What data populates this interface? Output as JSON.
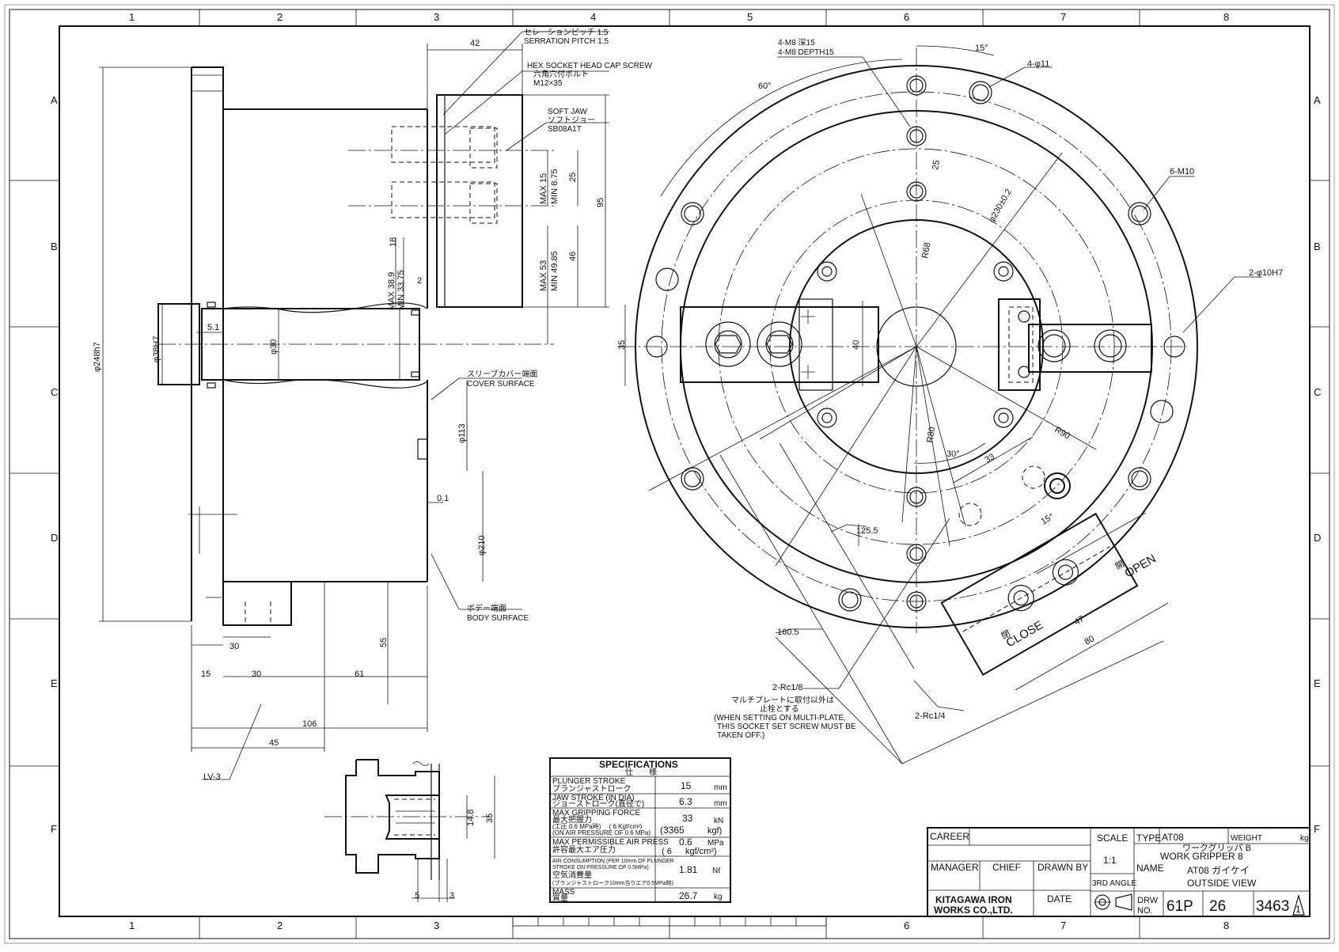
{
  "border": {
    "cols": [
      "1",
      "2",
      "3",
      "4",
      "5",
      "6",
      "7",
      "8"
    ],
    "rows": [
      "A",
      "B",
      "C",
      "D",
      "E",
      "F"
    ]
  },
  "dimensions": {
    "d42": "42",
    "phi248": "φ248h7",
    "phi38": "φ38H7",
    "phi30": "φ30",
    "d51": "5.1",
    "max15": "MAX 15",
    "min875": "MIN  8.75",
    "d25a": "25",
    "d95": "95",
    "d18": "18",
    "d2": "2",
    "max389": "MAX 38.9",
    "min3375": "MIN 33.75",
    "max53": "MAX 53",
    "min4985": "MIN 49.85",
    "d46": "46",
    "phi113": "φ113",
    "d01": "0.1",
    "phi210": "φ210",
    "d55": "55",
    "d30a": "30",
    "d15": "15",
    "d30b": "30",
    "d61": "61",
    "d106": "106",
    "d45": "45",
    "d35a": "35",
    "d40": "40",
    "d15deg": "15°",
    "d60deg": "60°",
    "d25b": "25",
    "phi230": "φ230±0.2",
    "r68": "R68",
    "r80": "R80",
    "r90": "R90",
    "d30deg": "30°",
    "d33": "33",
    "d15deg2": "15°",
    "d1255": "125.5",
    "d1605": "160.5",
    "d47": "47",
    "d80": "80",
    "d35b": "35",
    "d148": "14.8",
    "d5": "5",
    "d3": "3"
  },
  "labels": {
    "serration_jp": "セレーションピッチ 1.5",
    "serration_en": "SERRATION PITCH 1.5",
    "hex_en": "HEX SOCKET HEAD CAP SCREW",
    "hex_jp": "六角穴付ボルト",
    "hex_size": "M12×35",
    "softjaw_en": "SOFT JAW",
    "softjaw_jp": "ソフトジョー",
    "softjaw_no": "SB08A1T",
    "sleeve_jp": "スリーブカバー端面",
    "sleeve_en": "COVER SURFACE",
    "body_jp": "ボデー端面",
    "body_en": "BODY SURFACE",
    "lv3": "LV-3",
    "m8_jp": "4-M8 深15",
    "m8_en": "4-M8 DEPTH15",
    "phi11": "4-φ11",
    "m10": "6-M10",
    "phi10h7": "2-φ10H7",
    "rc18": "2-Rc1/8",
    "multi_jp": "マルチプレートに取付以外は",
    "multi_jp2": "止栓とする",
    "multi_en1": "(WHEN SETTING ON MULTI-PLATE,",
    "multi_en2": "THIS SOCKET SET SCREW MUST BE",
    "multi_en3": "TAKEN OFF.)",
    "rc14": "2-Rc1/4",
    "close_jp": "閉",
    "close_en": "CLOSE",
    "open_jp": "開",
    "open_en": "OPEN"
  },
  "specifications": {
    "title": "SPECIFICATIONS",
    "title_jp": "仕　　様",
    "rows": [
      {
        "name": "PLUNGER STROKE",
        "name_jp": "プランジャストローク",
        "value": "15",
        "unit": "mm"
      },
      {
        "name": "JAW STROKE (IN DIA)",
        "name_jp": "ジョーストローク(直径で)",
        "value": "6.3",
        "unit": "mm"
      },
      {
        "name": "MAX GRIPPING FORCE",
        "name_jp": "最大把握力",
        "sub1": "(工圧 0.6 MPa時)　 ( 6 Kgf/cm²)",
        "sub2": "(ON AIR PRESSURE OF 0.6 MPa)",
        "value": "33",
        "value2": "(3365",
        "unit": "kN",
        "unit2": "kgf)"
      },
      {
        "name": "MAX PERMISSIBLE AIR PRESS",
        "name_jp": "許容最大エア圧力",
        "value": "0.6",
        "value2": "( 6",
        "unit": "MPa",
        "unit2": "kgf/cm²)"
      },
      {
        "name": "AIR CONSUMPTION (PER 10mm OF PLUNGER",
        "name_b": "STROKE ON PRESSURE OF 0.5MPa)",
        "name_jp": "空気消費量",
        "sub1": "(プランジャストローク10mm当りエア0.5MPa時)",
        "value": "1.81",
        "unit": "Nℓ"
      },
      {
        "name": "MASS",
        "name_jp": "質量",
        "value": "26.7",
        "unit": "kg"
      }
    ]
  },
  "title_block": {
    "career": "CAREER",
    "scale_label": "SCALE",
    "type_label": "TYPE",
    "type_value": "AT08",
    "weight_label": "WEIGHT",
    "weight_unit": "kg",
    "scale_value": "1:1",
    "name_jp1": "ワークグリッパ B",
    "name_en1": "WORK GRIPPER 8",
    "manager": "MANAGER",
    "chief": "CHIEF",
    "drawn_by": "DRAWN BY",
    "third_angle": "3RD ANGLE",
    "name_label": "NAME",
    "name_line2": "AT08 ガイケイ",
    "name_line3": "OUTSIDE VIEW",
    "company1": "KITAGAWA IRON",
    "company2": "WORKS CO.,LTD.",
    "date": "DATE",
    "drw_label1": "DRW",
    "drw_label2": "NO.",
    "drw_a": "61P",
    "drw_b": "26",
    "drw_c": "3463",
    "revision": "1"
  }
}
